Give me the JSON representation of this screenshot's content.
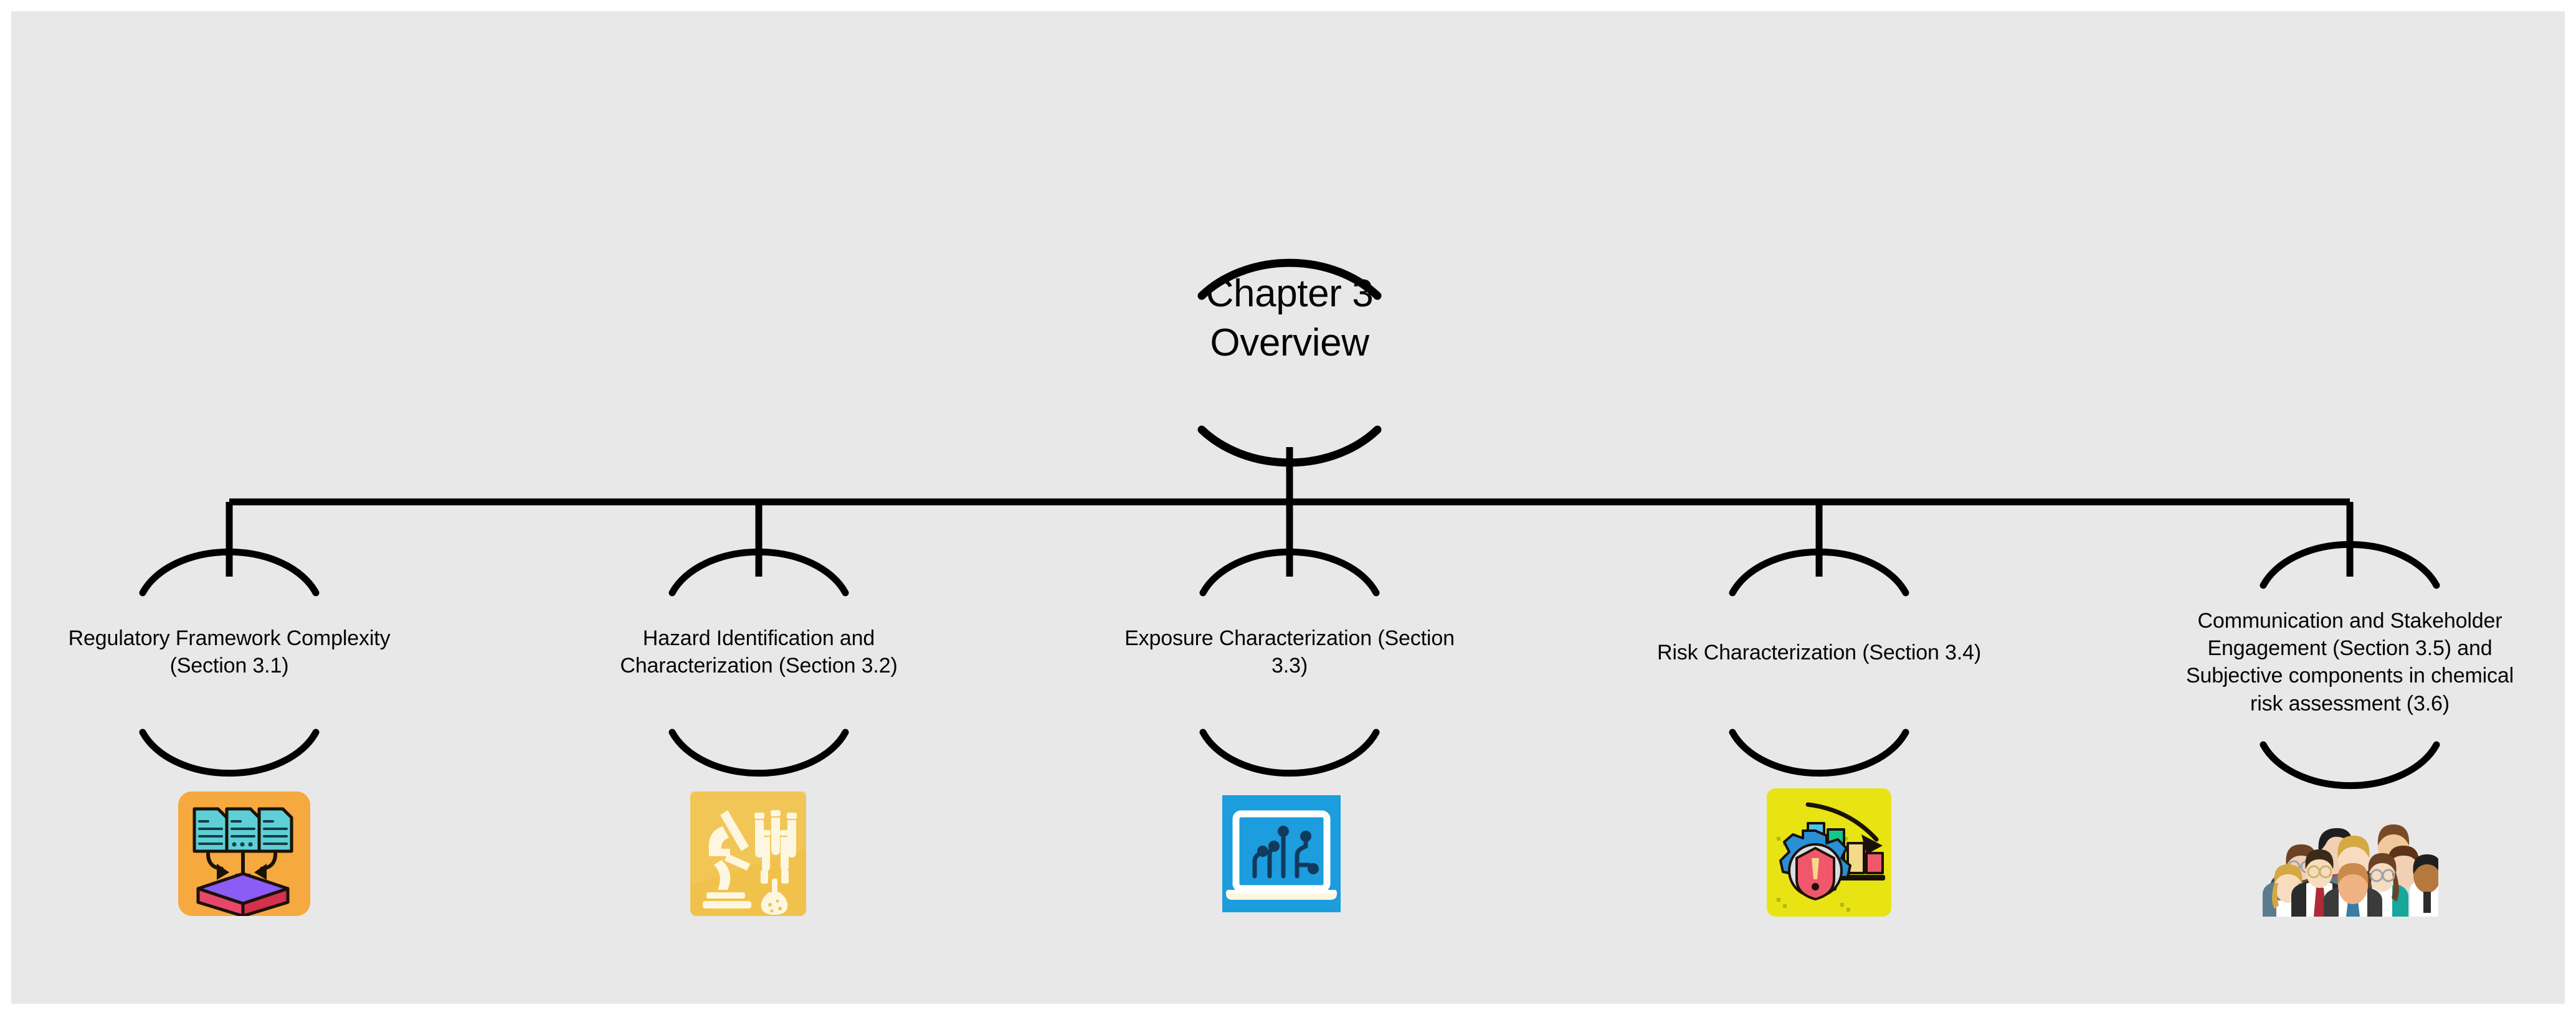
{
  "canvas": {
    "background_color": "#e8e8e8",
    "page_background_color": "#ffffff",
    "line_color": "#000000",
    "text_color": "#050505"
  },
  "diagram": {
    "type": "mind-map",
    "orientation": "top-down",
    "root": {
      "label": "Chapter 3\nOverview",
      "shape": "arc-bracket"
    },
    "branches": [
      {
        "id": "branch-1",
        "label": "Regulatory Framework Complexity\n(Section 3.1)",
        "section": "3.1",
        "icon": {
          "name": "documents-to-platform-icon",
          "description": "three documents with arrows pointing into a layered platform",
          "background_color": "#f5a93f",
          "accent_colors": [
            "#5ecfd6",
            "#8b5cf6",
            "#e8476a"
          ]
        }
      },
      {
        "id": "branch-2",
        "label": "Hazard Identification and\nCharacterization (Section 3.2)",
        "section": "3.2",
        "icon": {
          "name": "microscope-lab-icon",
          "description": "microscope with test tubes and flask",
          "background_color": "#f0c24b",
          "accent_colors": [
            "#fdf6e0"
          ]
        }
      },
      {
        "id": "branch-3",
        "label": "Exposure Characterization (Section\n3.3)",
        "section": "3.3",
        "icon": {
          "name": "laptop-circuit-icon",
          "description": "laptop showing circuit-tree data traces",
          "background_color": "#1c9ddd",
          "accent_colors": [
            "#ffffff",
            "#123a5e"
          ]
        }
      },
      {
        "id": "branch-4",
        "label": "Risk Characterization (Section 3.4)",
        "section": "3.4",
        "icon": {
          "name": "risk-gear-chart-icon",
          "description": "gear with warning shield and declining bar chart",
          "background_color": "#e8e313",
          "accent_colors": [
            "#2b8fd6",
            "#f0576b",
            "#f4d98a",
            "#13c98a"
          ]
        }
      },
      {
        "id": "branch-5",
        "label": "Communication and Stakeholder\nEngagement  (Section 3.5) and\nSubjective components in chemical\nrisk assessment (3.6)",
        "section": "3.5 / 3.6",
        "icon": {
          "name": "stakeholder-people-group-icon",
          "description": "group of diverse people representing stakeholders",
          "background_color": "transparent",
          "accent_colors": [
            "#3d4650",
            "#c0392b",
            "#d99a5b",
            "#f2d0b3"
          ]
        }
      }
    ]
  }
}
